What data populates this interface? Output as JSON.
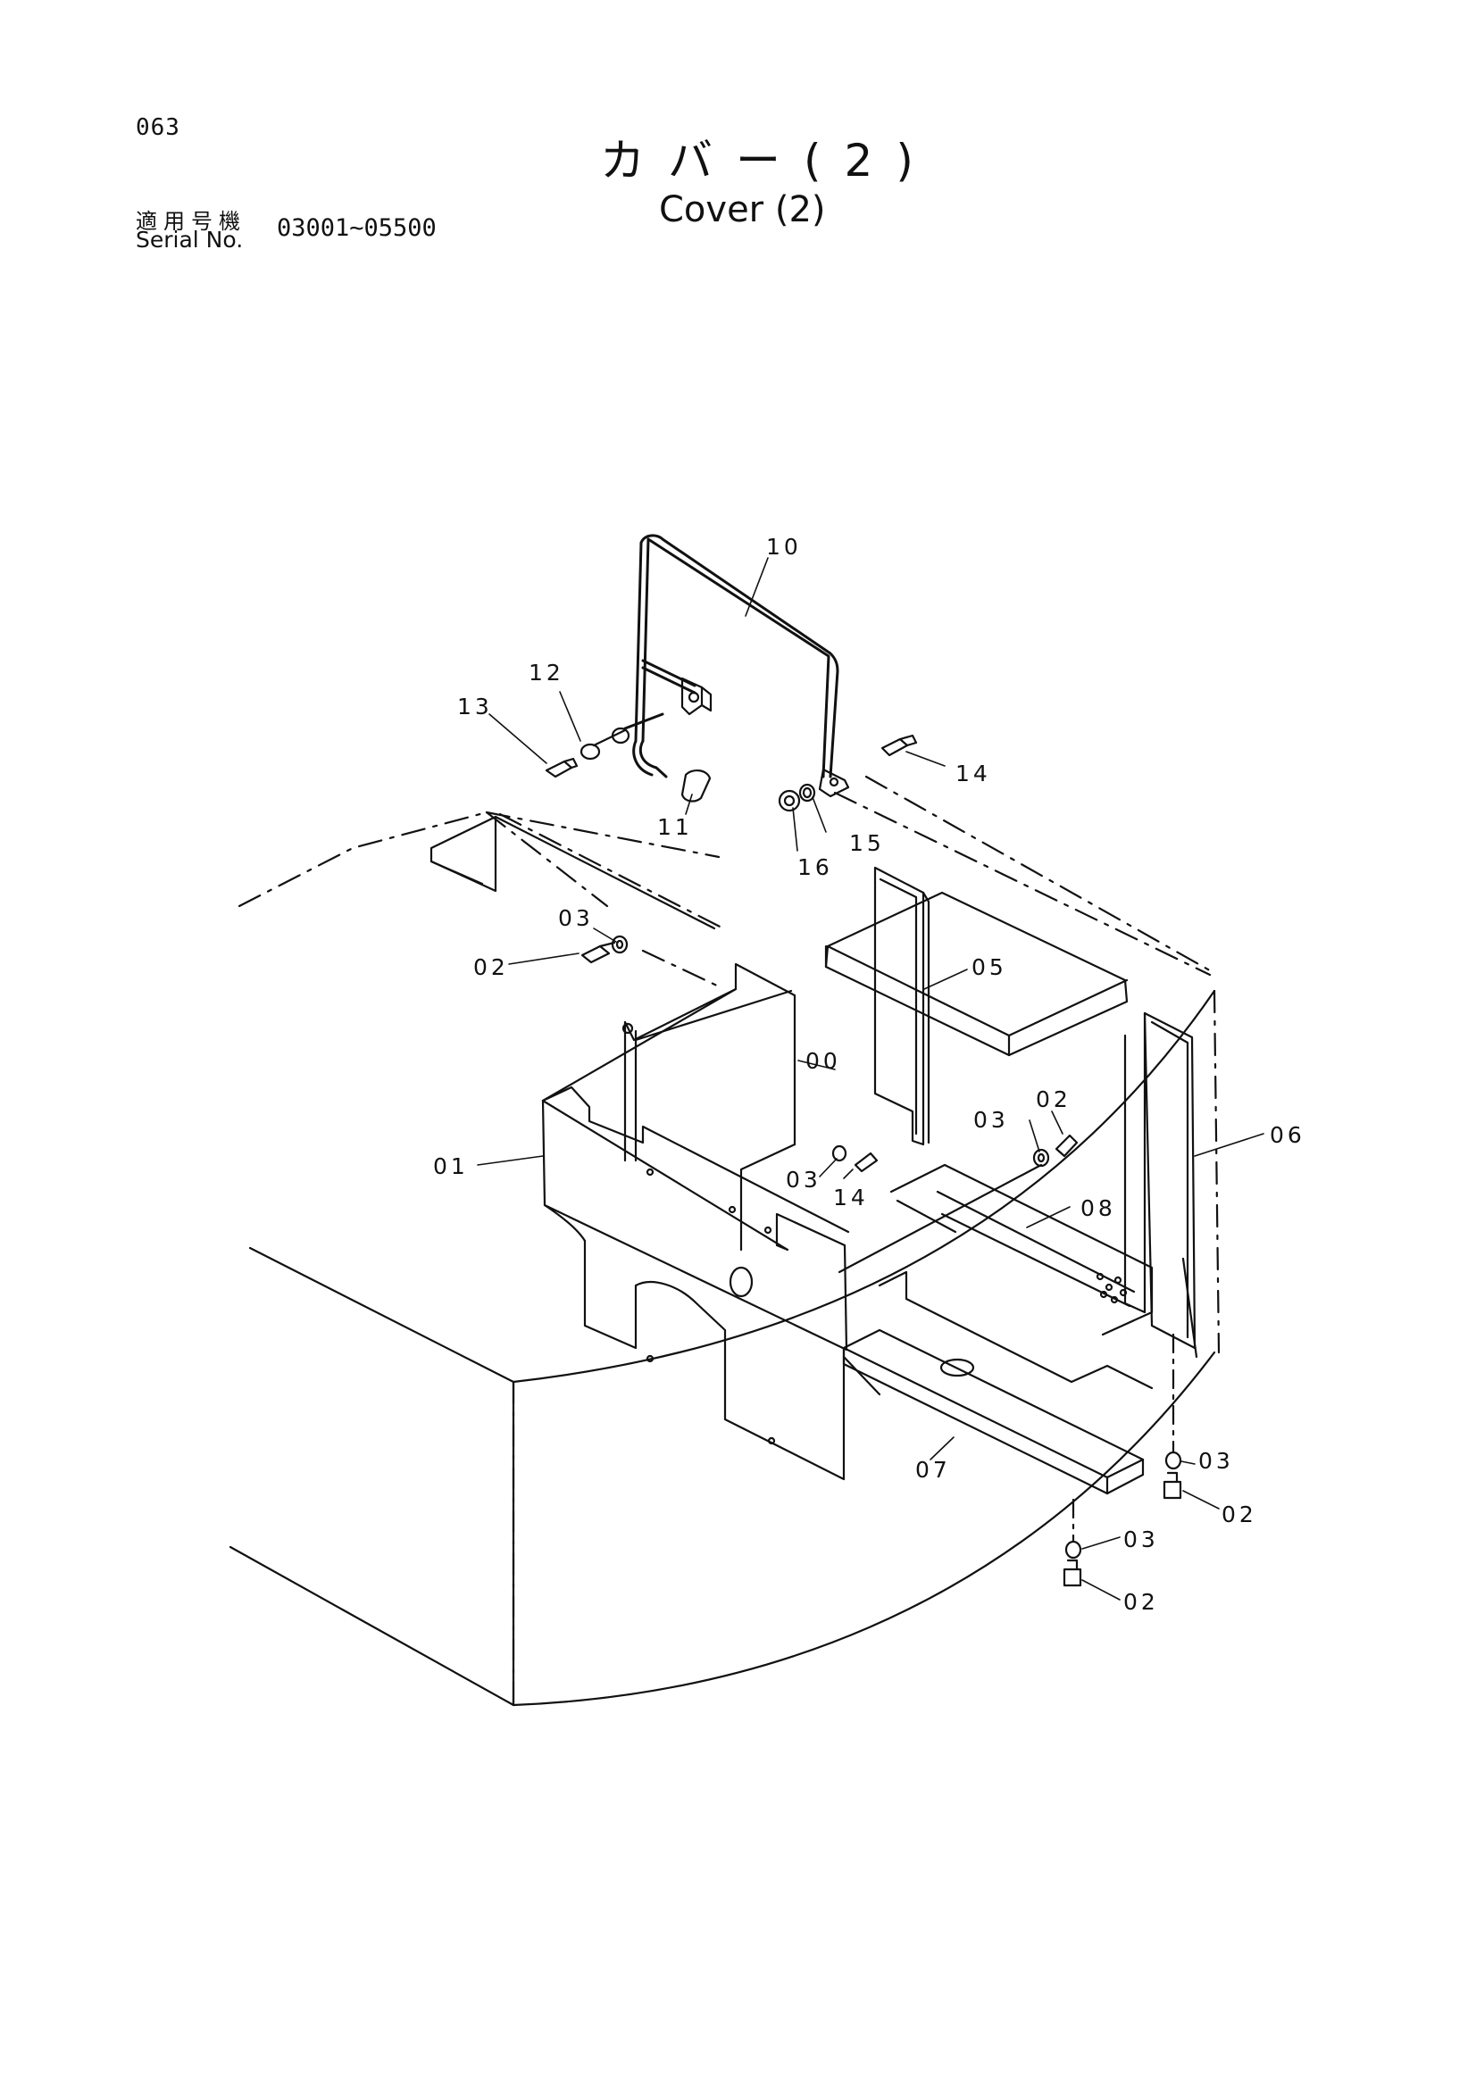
{
  "header": {
    "page_number": "063",
    "title_jp": "カバー(2)",
    "title_en": "Cover (2)",
    "serial_label_jp": "適用号機",
    "serial_label_en": "Serial No.",
    "serial_range": "03001~05500"
  },
  "callouts": {
    "c10": "10",
    "c12": "12",
    "c13": "13",
    "c14_top": "14",
    "c11": "11",
    "c15": "15",
    "c16": "16",
    "c03_left": "03",
    "c02_left": "02",
    "c05": "05",
    "c00": "00",
    "c02_mid": "02",
    "c03_mid": "03",
    "c06": "06",
    "c01": "01",
    "c03_low": "03",
    "c14_low": "14",
    "c08": "08",
    "c07": "07",
    "c03_br1": "03",
    "c02_br1": "02",
    "c03_br2": "03",
    "c02_br2": "02"
  }
}
